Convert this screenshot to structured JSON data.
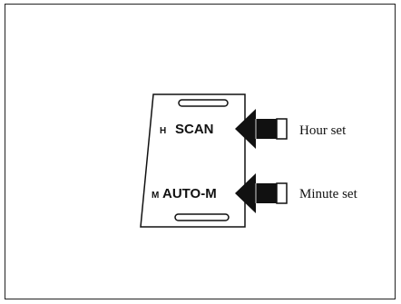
{
  "panel": {
    "upper_button": {
      "prefix": "H",
      "label": "SCAN"
    },
    "lower_button": {
      "prefix": "M",
      "label": "AUTO-M"
    }
  },
  "callouts": {
    "upper": "Hour set",
    "lower": "Minute set"
  },
  "icons": {
    "upper_arrow": "arrow-left-icon",
    "lower_arrow": "arrow-left-icon"
  },
  "colors": {
    "ink": "#111111",
    "background": "#ffffff"
  }
}
